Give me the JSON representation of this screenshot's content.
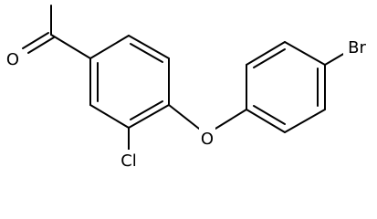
{
  "structure": {
    "atoms": {
      "oxygen_carbonyl": "O",
      "oxygen_ether": "O",
      "chlorine": "Cl",
      "bromine": "Br"
    },
    "colors": {
      "bond": "#000000",
      "background": "#ffffff",
      "text": "#000000"
    }
  }
}
